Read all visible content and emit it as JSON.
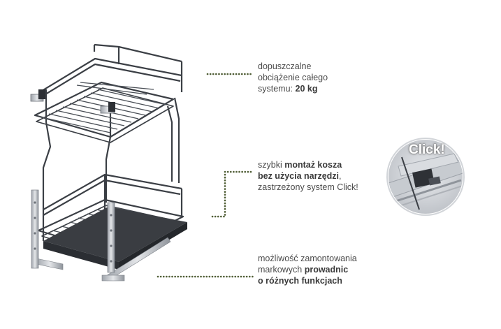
{
  "features": [
    {
      "line1": "dopuszczalne",
      "line2": "obciążenie całego",
      "line3_prefix": "systemu: ",
      "line3_bold": "20 kg"
    },
    {
      "line1_prefix": "szybki ",
      "line1_bold": "montaż kosza",
      "line2_bold": "bez użycia narzędzi",
      "line2_suffix": ",",
      "line3": "zastrzeżony system Click!"
    },
    {
      "line1": "możliwość zamontowania",
      "line2_prefix": "markowych ",
      "line2_bold": "prowadnic",
      "line3_bold": "o różnych funkcjach"
    }
  ],
  "badge": {
    "label": "Click!"
  },
  "colors": {
    "wire": "#3b3f45",
    "dots": "#5a6a3a",
    "text": "#4a4a4a",
    "metal": "#b8bcc2"
  }
}
